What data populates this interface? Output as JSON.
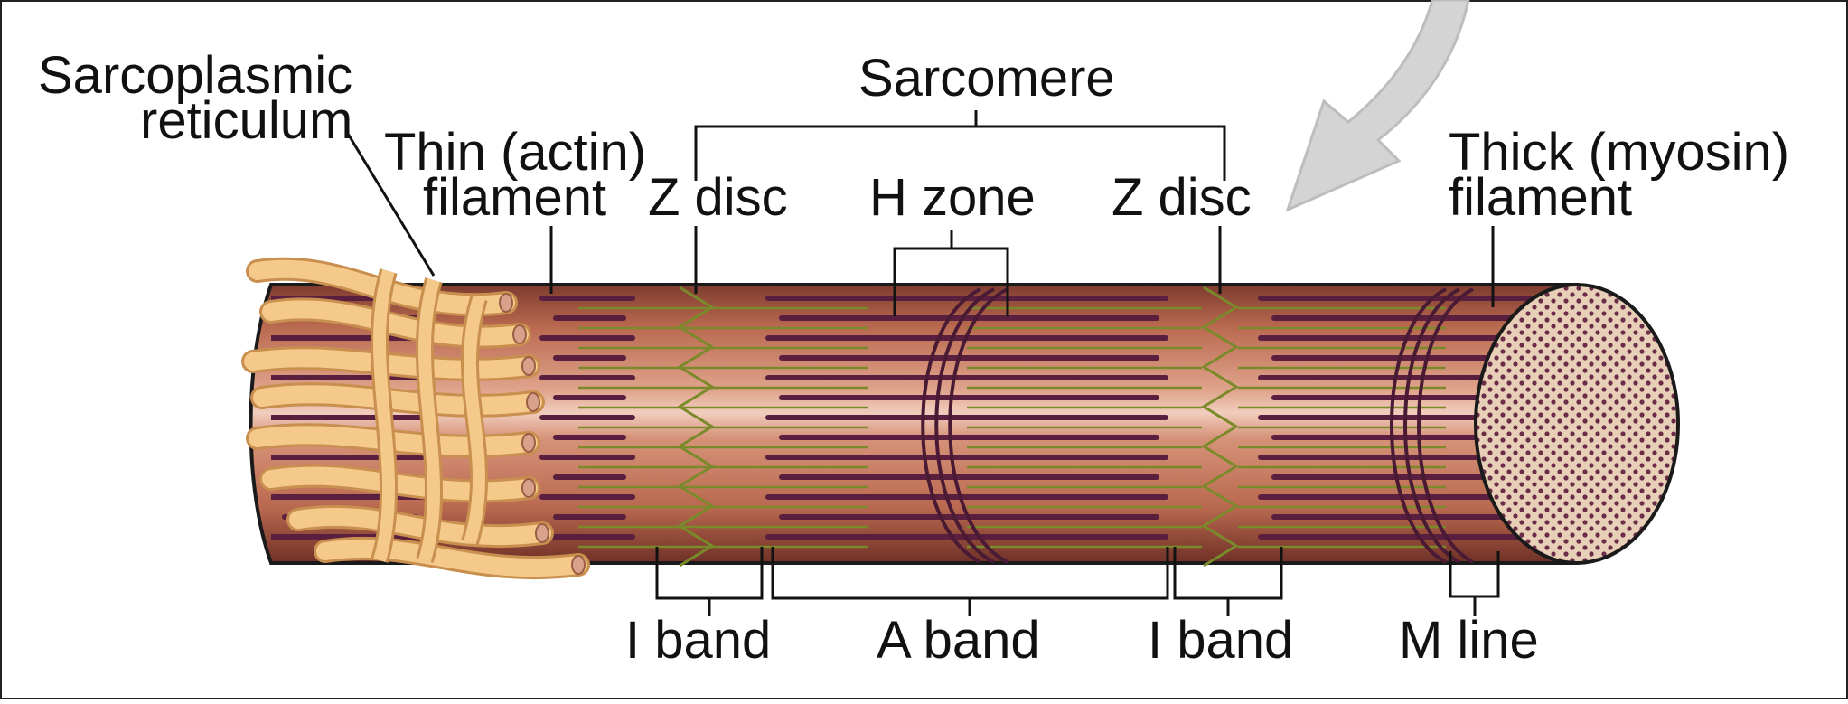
{
  "labels": {
    "sarcoplasmic_line1": "Sarcoplasmic",
    "sarcoplasmic_line2": "reticulum",
    "sarcomere": "Sarcomere",
    "thin_line1": "Thin (actin)",
    "thin_line2": "filament",
    "z_disc_left": "Z disc",
    "h_zone": "H zone",
    "z_disc_right": "Z disc",
    "thick_line1": "Thick (myosin)",
    "thick_line2": "filament",
    "i_band_left": "I band",
    "a_band": "A band",
    "i_band_right": "I band",
    "m_line": "M line"
  },
  "colors": {
    "fiber_body": "#b9694f",
    "fiber_light": "#e7b6a1",
    "thick_filament": "#5a1f3e",
    "thin_filament": "#7a8a2a",
    "reticulum": "#f4c98a",
    "end_cap": "#e8cfb7",
    "arrow": "#d4d4d4"
  },
  "icons": {
    "arrow": "curved-arrow-icon"
  }
}
